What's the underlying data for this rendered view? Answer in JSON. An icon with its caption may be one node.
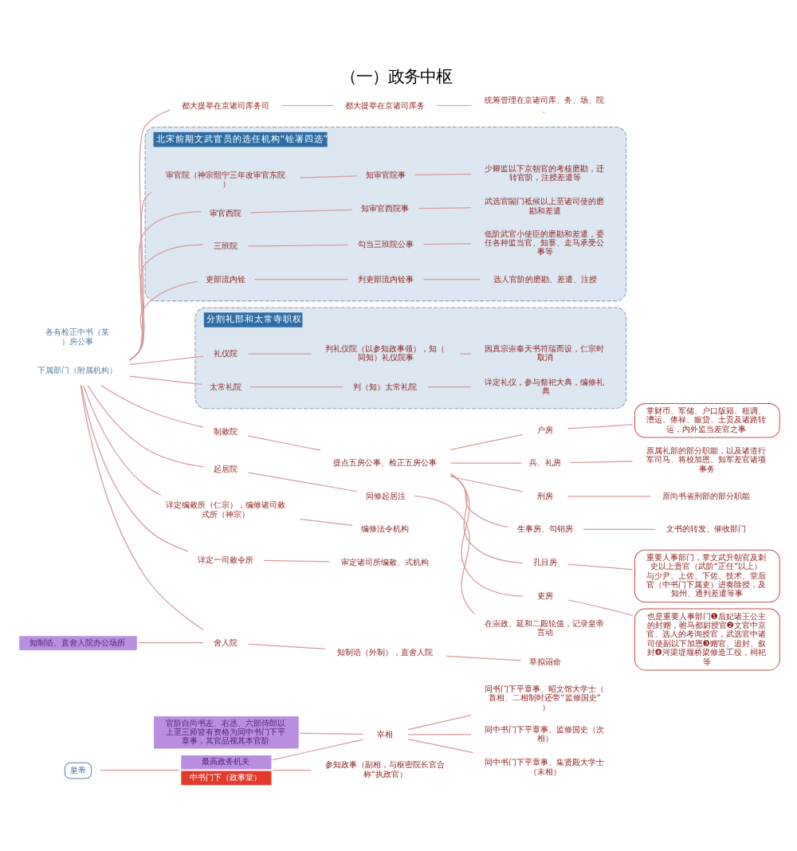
{
  "diagram": {
    "title": "（一）政务中枢",
    "nodes": [
      {
        "text": [
          "皇帝"
        ]
      },
      {
        "text": [
          "最高政务机关",
          "中书门下（政事堂）"
        ]
      },
      {
        "text": [
          "宰相"
        ]
      },
      {
        "text": [
          "同书门下平章事、昭文馆大学士（首相、二相制时还带“监修国史”）"
        ]
      },
      {
        "text": [
          "同中书门下平章事、监修国史（次相）"
        ]
      },
      {
        "text": [
          "同中书门下平章事、集贤殿大学士（末相）"
        ]
      },
      {
        "text": [
          "参知政事（副相，与枢密院长官合称“执政官）"
        ]
      },
      {
        "text": [
          "下属部门（附属机构）"
        ]
      },
      {
        "text": [
          "制敕院"
        ]
      },
      {
        "text": [
          "提点五房公事、检正五房公事"
        ]
      },
      {
        "text": [
          "孔目房"
        ]
      },
      {
        "text": [
          "重要人事部门，掌文武升朝官及刺史以上贵官（武阶“正任”以上）与少尹、上佐、下佐、技术、堂后官（中书门下属吏）进奏除授，及知州、通判差遣等事"
        ]
      },
      {
        "text": [
          "吏房"
        ]
      },
      {
        "text": [
          "也是重要人事部门❶后妃诸王公主的封赠，驸马都尉授官❷文官中京官、选人的考询授官，武选官中诸司使副以下加恩❸赠官、追封、叙封❹河渠堤堰桥梁修造工役，祠祀等"
        ]
      },
      {
        "text": [
          "户房"
        ]
      },
      {
        "text": [
          "掌财币、军储、户口版籍、租调、漕运、俸禄、赈贷、土贡及诸路转运，内外监当差官之事"
        ]
      },
      {
        "text": [
          "兵、礼房"
        ]
      },
      {
        "text": [
          "原属礼部的部分职能，以及诸道行军司马、将校加恩、知军差官诸项事务"
        ]
      },
      {
        "text": [
          "刑房"
        ]
      },
      {
        "text": [
          "原尚书省刑部的部分职能"
        ]
      },
      {
        "text": [
          "生事房、勾销房"
        ]
      },
      {
        "text": [
          "文书的转发、催收部门"
        ]
      },
      {
        "text": [
          "舍人院"
        ]
      },
      {
        "text": [
          "知制诰（外制），直舍人院"
        ]
      },
      {
        "text": [
          "草拟诏命"
        ]
      },
      {
        "text": [
          "起居院"
        ]
      },
      {
        "text": [
          "同修起居注"
        ]
      },
      {
        "text": [
          "在崇政、延和二殿轮值，记录皇帝言动"
        ]
      },
      {
        "text": [
          "详定编敕所（仁宗），编修诸司敕式所（神宗）"
        ]
      },
      {
        "text": [
          "编修法令机构"
        ]
      },
      {
        "text": [
          "详定一司敕令所"
        ]
      },
      {
        "text": [
          "审定诸司所编敕、式机构"
        ]
      },
      {
        "text": [
          "北宋前期文武官员的选任机构“铨署四选”"
        ]
      },
      {
        "text": [
          "审官院（神宗熙宁三年改审官东院）"
        ],
        "in": 32
      },
      {
        "text": [
          "知审官院事"
        ],
        "in": 32
      },
      {
        "text": [
          "少卿监以下京朝官的考核磨勘，迁转官阶，注授差遣等"
        ],
        "in": 32
      },
      {
        "text": [
          "审官西院"
        ],
        "in": 32
      },
      {
        "text": [
          "知审官西院事"
        ],
        "in": 32
      },
      {
        "text": [
          "武选官閤门祗候以上至诸司使的磨勘和差遣"
        ],
        "in": 32
      },
      {
        "text": [
          "三班院"
        ],
        "in": 32
      },
      {
        "text": [
          "勾当三班院公事"
        ],
        "in": 32
      },
      {
        "text": [
          "低阶武官小使臣的磨勘和差遣，委任各种监当官、知寨、走马承受公事等"
        ],
        "in": 32
      },
      {
        "text": [
          "吏部流内铨"
        ],
        "in": 32
      },
      {
        "text": [
          "判吏部流内铨事"
        ],
        "in": 32
      },
      {
        "text": [
          "选人官阶的磨勘、差遣、注授"
        ],
        "in": 32
      },
      {
        "text": [
          "分割礼部和太常寺职权"
        ]
      },
      {
        "text": [
          "礼仪院"
        ],
        "in": 45
      },
      {
        "text": [
          "判礼仪院（以参知政事领），知（同知）礼仪院事"
        ],
        "in": 45
      },
      {
        "text": [
          "因真宗崇奉天书符瑞而设，仁宗时取消"
        ],
        "in": 45
      },
      {
        "text": [
          "太常礼院"
        ],
        "in": 45
      },
      {
        "text": [
          "判（知）太常礼院"
        ],
        "in": 45
      },
      {
        "text": [
          "详定礼仪，参与祭祀大典，编修礼典"
        ],
        "in": 45
      },
      {
        "text": [
          "都大提举在京诸司库务司"
        ]
      },
      {
        "text": [
          "都大提举在京诸司库务"
        ]
      },
      {
        "text": [
          "统筹管理在京诸司库、务、场、院、"
        ]
      },
      {
        "text": [
          "官阶自尚书左、右丞、六部侍郎以上至三师皆有资格为同中书门下平章事，其官品视其本官阶"
        ]
      },
      {
        "text": [
          "知制诰、直舍人院办公场所"
        ]
      }
    ],
    "edges": [
      {
        "from": 0,
        "to": 1,
        "arrow": "none"
      },
      {
        "from": 1,
        "to": 2,
        "arrow": "none"
      },
      {
        "from": 2,
        "to": 3,
        "arrow": "none"
      },
      {
        "from": 2,
        "to": 4,
        "arrow": "none"
      },
      {
        "from": 2,
        "to": 5,
        "arrow": "none"
      },
      {
        "from": 1,
        "to": 6,
        "arrow": "none"
      },
      {
        "from": 7,
        "to": 8,
        "arrow": "none"
      },
      {
        "from": 8,
        "to": 9,
        "arrow": "none"
      },
      {
        "from": 9,
        "to": 10,
        "arrow": "none"
      },
      {
        "from": 10,
        "to": 11,
        "arrow": "none"
      },
      {
        "from": 9,
        "to": 12,
        "arrow": "none"
      },
      {
        "from": 12,
        "to": 13,
        "arrow": "none"
      },
      {
        "from": 9,
        "to": 14,
        "arrow": "none"
      },
      {
        "from": 14,
        "to": 15,
        "arrow": "none"
      },
      {
        "from": 9,
        "to": 16,
        "arrow": "none"
      },
      {
        "from": 16,
        "to": 17,
        "arrow": "none"
      },
      {
        "from": 9,
        "to": 18,
        "arrow": "none"
      },
      {
        "from": 18,
        "to": 19,
        "arrow": "none"
      },
      {
        "from": 9,
        "to": 20,
        "arrow": "none"
      },
      {
        "from": 20,
        "to": 21,
        "arrow": "none"
      },
      {
        "from": 7,
        "to": 22,
        "arrow": "none"
      },
      {
        "from": 22,
        "to": 23,
        "arrow": "none"
      },
      {
        "from": 23,
        "to": 24,
        "arrow": "none"
      },
      {
        "from": 7,
        "to": 25,
        "arrow": "none"
      },
      {
        "from": 25,
        "to": 26,
        "arrow": "none"
      },
      {
        "from": 26,
        "to": 27,
        "arrow": "none"
      },
      {
        "from": 7,
        "to": 28,
        "arrow": "none"
      },
      {
        "from": 28,
        "to": 29,
        "arrow": "none"
      },
      {
        "from": 7,
        "to": 30,
        "arrow": "none"
      },
      {
        "from": 30,
        "to": 31,
        "arrow": "none"
      },
      {
        "from": 7,
        "to": 33,
        "arrow": "none"
      },
      {
        "from": 33,
        "to": 34,
        "arrow": "none"
      },
      {
        "from": 34,
        "to": 35,
        "arrow": "none"
      },
      {
        "from": 7,
        "to": 36,
        "arrow": "none"
      },
      {
        "from": 36,
        "to": 37,
        "arrow": "none"
      },
      {
        "from": 37,
        "to": 38,
        "arrow": "none"
      },
      {
        "from": 7,
        "to": 39,
        "arrow": "none"
      },
      {
        "from": 39,
        "to": 40,
        "arrow": "none"
      },
      {
        "from": 40,
        "to": 41,
        "arrow": "none"
      },
      {
        "from": 7,
        "to": 42,
        "arrow": "none"
      },
      {
        "from": 42,
        "to": 43,
        "arrow": "none"
      },
      {
        "from": 43,
        "to": 44,
        "arrow": "none"
      },
      {
        "from": 7,
        "to": 46,
        "arrow": "none"
      },
      {
        "from": 46,
        "to": 47,
        "arrow": "none"
      },
      {
        "from": 47,
        "to": 48,
        "arrow": "none"
      },
      {
        "from": 7,
        "to": 49,
        "arrow": "none"
      },
      {
        "from": 49,
        "to": 50,
        "arrow": "none"
      },
      {
        "from": 50,
        "to": 51,
        "arrow": "none"
      },
      {
        "from": 7,
        "to": 52,
        "arrow": "none"
      },
      {
        "from": 52,
        "to": 53,
        "arrow": "none"
      },
      {
        "from": 53,
        "to": 54,
        "arrow": "none"
      },
      {
        "from": 55,
        "to": 2,
        "arrow": "none"
      },
      {
        "from": 56,
        "to": 22,
        "arrow": "none"
      }
    ],
    "labels": [
      "各有检正中书（某）房公事"
    ]
  }
}
